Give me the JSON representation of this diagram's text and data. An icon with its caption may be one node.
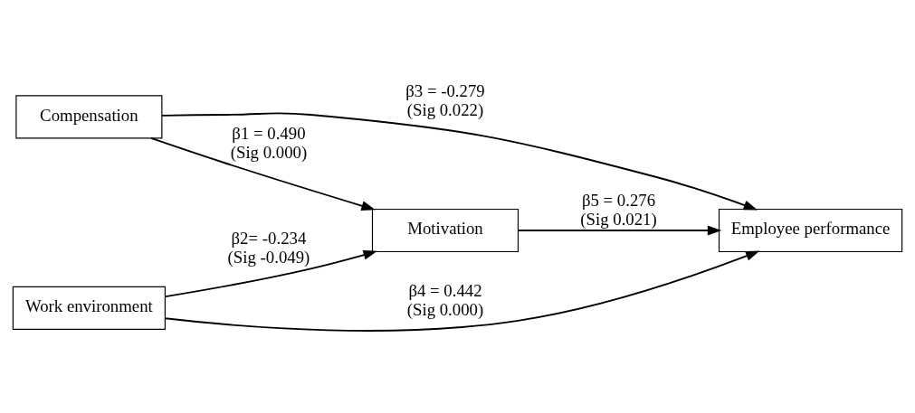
{
  "diagram": {
    "nodes": [
      {
        "text": [
          "Compensation"
        ]
      },
      {
        "text": [
          "Motivation"
        ]
      },
      {
        "text": [
          "Employee performance"
        ]
      },
      {
        "text": [
          "Work environment"
        ]
      }
    ],
    "edges": [
      {
        "from": 0,
        "to": 1,
        "arrow": "to",
        "label": "β1 = 0.490 (Sig 0.000)"
      },
      {
        "from": 0,
        "to": 2,
        "arrow": "to",
        "label": "β3 = -0.279 (Sig 0.022)"
      },
      {
        "from": 1,
        "to": 2,
        "arrow": "to",
        "label": "β5 = 0.276 (Sig 0.021)"
      },
      {
        "from": 3,
        "to": 1,
        "arrow": "to",
        "label": "β2= -0.234 (Sig -0.049)"
      },
      {
        "from": 3,
        "to": 2,
        "arrow": "to",
        "label": "β4 = 0.442 (Sig 0.000)"
      }
    ]
  }
}
